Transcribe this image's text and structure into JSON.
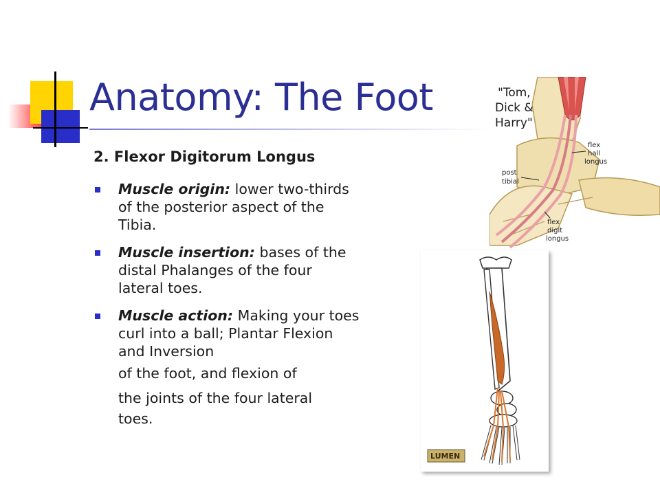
{
  "slide": {
    "title": "Anatomy: The Foot",
    "subtitle": "2. Flexor Digitorum Longus",
    "bullets": [
      {
        "label": "Muscle origin:",
        "text": " lower two-thirds of the posterior aspect of the Tibia."
      },
      {
        "label": "Muscle insertion:",
        "text": " bases of the distal Phalanges of the four lateral toes."
      },
      {
        "label": "Muscle action:",
        "text": " Making your toes curl into a ball; Plantar Flexion and Inversion",
        "extra_lines": [
          "of the foot, and flexion of",
          "the joints of the four lateral",
          "toes."
        ]
      }
    ]
  },
  "figure_ankle": {
    "callout": [
      "\"Tom,",
      "Dick &",
      "Harry\""
    ],
    "labels": {
      "flex_hall": [
        "flex",
        "hall",
        "longus"
      ],
      "post_tibial": [
        "post",
        "tibial"
      ],
      "flex_digit": [
        "flex",
        "digit",
        "longus"
      ]
    }
  },
  "figure_leg": {
    "watermark": "LUMEN"
  },
  "colors": {
    "title": "#2b2f94",
    "bullet": "#2a2ec8",
    "muscle": "#c8692a",
    "tendon": "#e9a0a6"
  }
}
